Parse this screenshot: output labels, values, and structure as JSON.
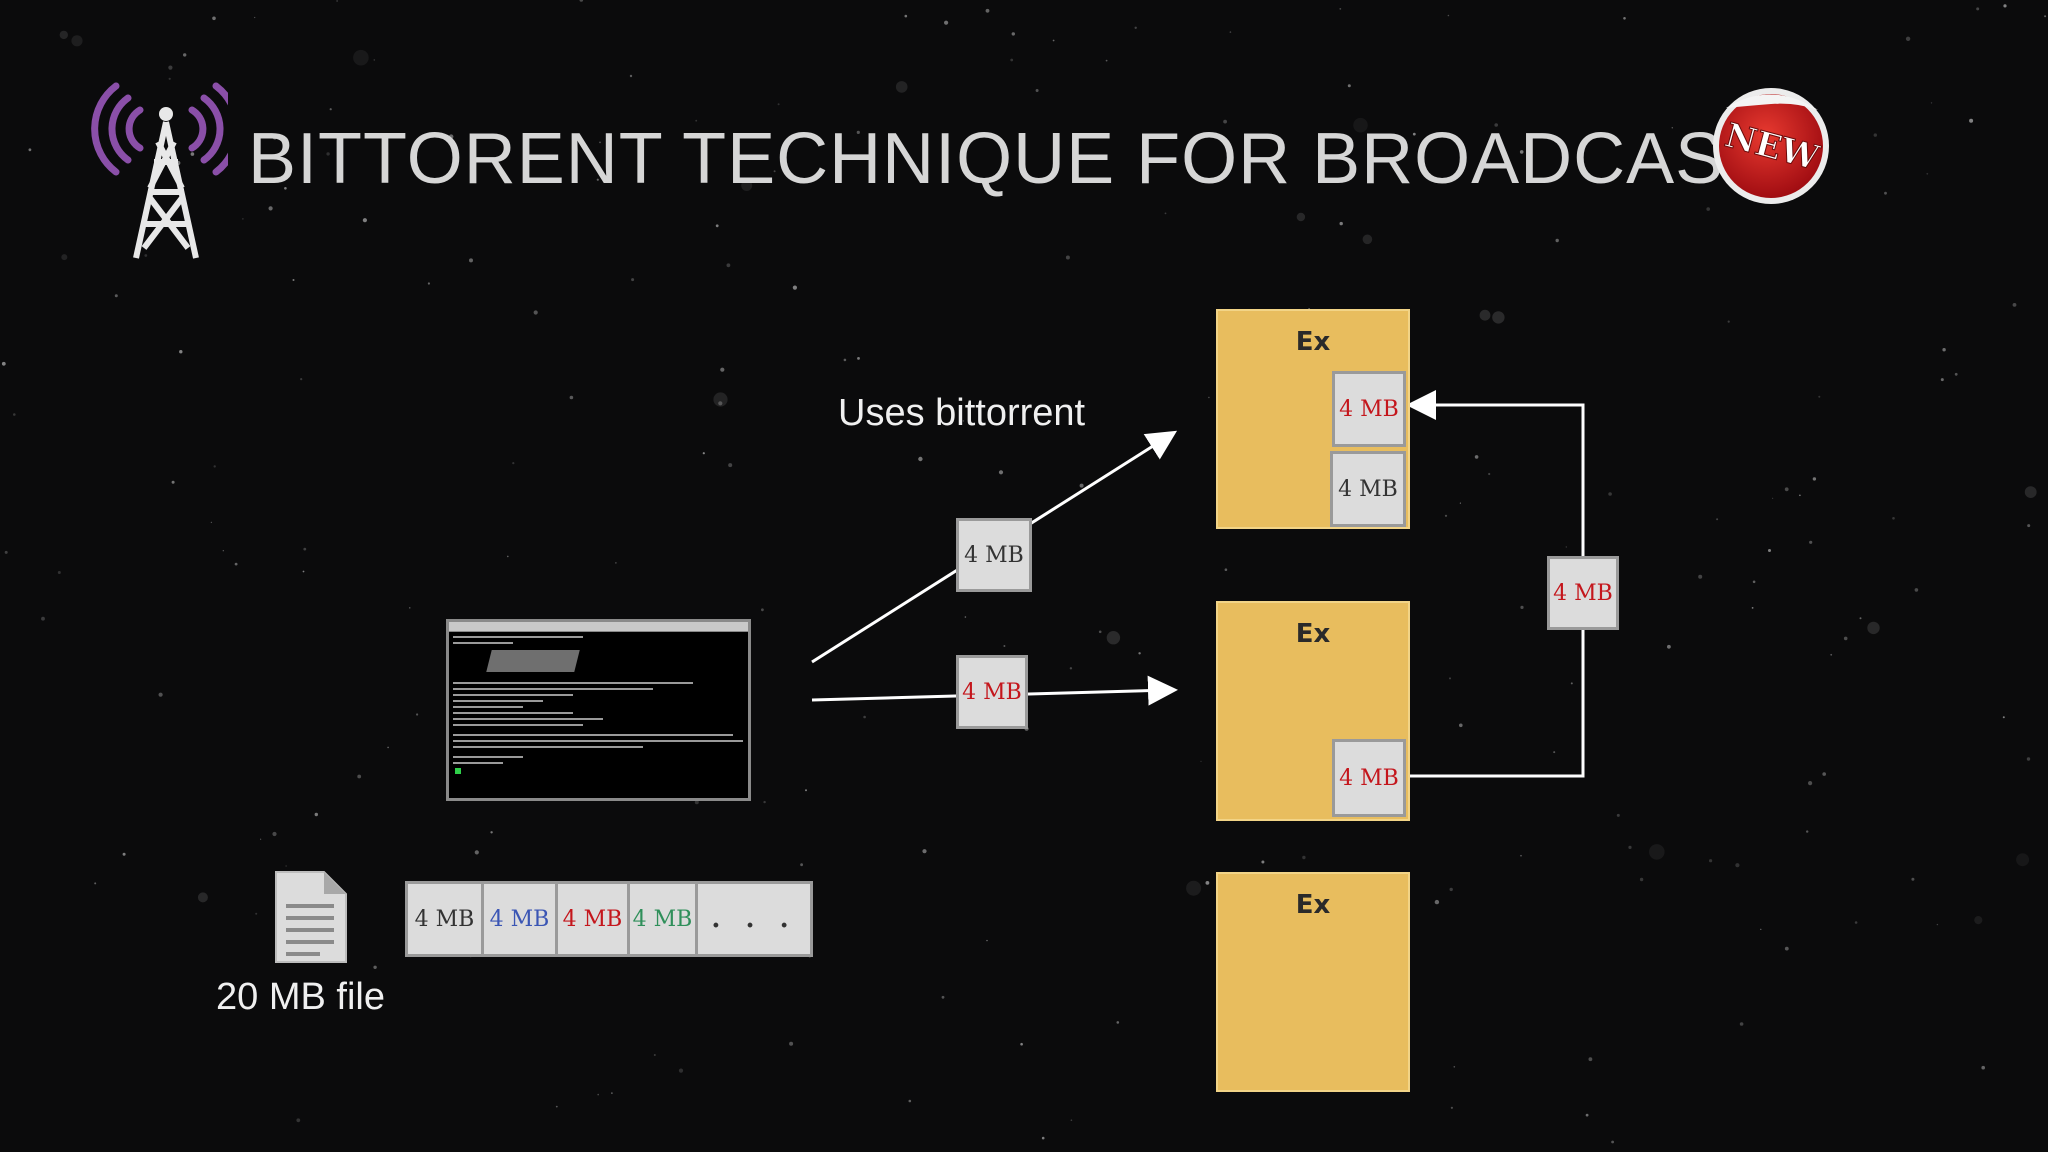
{
  "title": "BITTORENT TECHNIQUE FOR BROADCAST",
  "badge": "NEW",
  "annotation": "Uses bittorrent",
  "file_label": "20 MB file",
  "chunk_label": "4 MB",
  "strip": [
    {
      "label": "4 MB",
      "color": "#333333"
    },
    {
      "label": "4 MB",
      "color": "#3a55b4"
    },
    {
      "label": "4 MB",
      "color": "#c4161c"
    },
    {
      "label": "4 MB",
      "color": "#2f8f5a"
    },
    {
      "label": ". . .",
      "color": "#333333"
    }
  ],
  "executors": [
    {
      "label": "Ex"
    },
    {
      "label": "Ex"
    },
    {
      "label": "Ex"
    }
  ],
  "colors": {
    "executor_fill": "#e8bd5e",
    "chunk_red": "#c4161c",
    "chunk_gray": "#333333",
    "antenna_purple": "#8a4fa8"
  }
}
